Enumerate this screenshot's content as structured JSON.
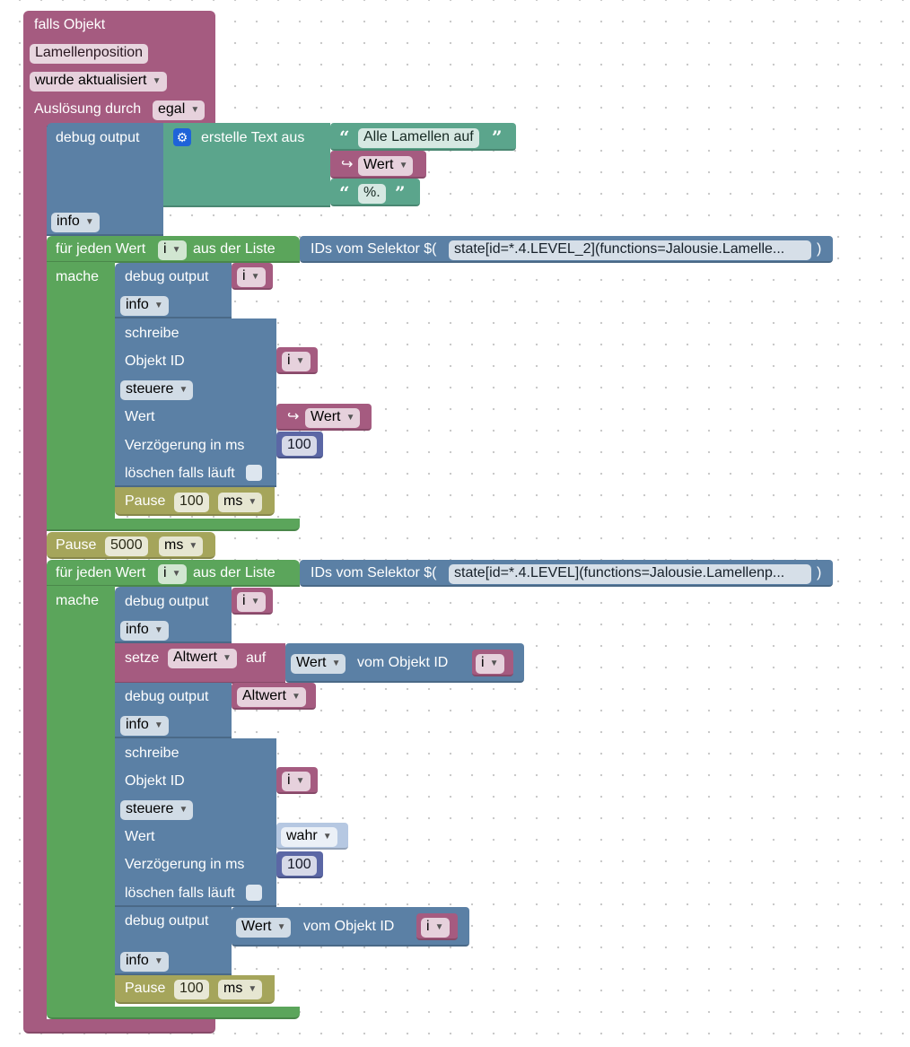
{
  "event": {
    "title": "falls Objekt",
    "object_name": "Lamellenposition",
    "trigger": "wurde aktualisiert",
    "trigger_by_label": "Auslösung durch",
    "trigger_by_value": "egal"
  },
  "debug1": {
    "label": "debug output",
    "create_text_label": "erstelle Text aus",
    "text1": "Alle Lamellen auf",
    "var_value": "Wert",
    "text2": "%.",
    "level": "info"
  },
  "loop1": {
    "for_each": "für jeden Wert",
    "var": "i",
    "from_list": "aus der Liste",
    "do": "mache",
    "selector_label": "IDs vom Selektor $(",
    "selector_value": "state[id=*.4.LEVEL_2](functions=Jalousie.Lamelle...",
    "selector_close": ")",
    "debug_label": "debug output",
    "debug_var": "i",
    "debug_level": "info",
    "write": "schreibe",
    "object_id": "Objekt ID",
    "object_var": "i",
    "control": "steuere",
    "value_label": "Wert",
    "value_var": "Wert",
    "delay_label": "Verzögerung in ms",
    "delay_value": "100",
    "clear_label": "löschen falls läuft",
    "pause_label": "Pause",
    "pause_value": "100",
    "pause_unit": "ms"
  },
  "pause_main": {
    "label": "Pause",
    "value": "5000",
    "unit": "ms"
  },
  "loop2": {
    "for_each": "für jeden Wert",
    "var": "i",
    "from_list": "aus der Liste",
    "do": "mache",
    "selector_label": "IDs vom Selektor $(",
    "selector_value": "state[id=*.4.LEVEL](functions=Jalousie.Lamellenp...",
    "selector_close": ")",
    "debug1_label": "debug output",
    "debug1_var": "i",
    "debug1_level": "info",
    "set_label": "setze",
    "set_var": "Altwert",
    "set_to": "auf",
    "get_value": "Wert",
    "from_object": "vom Objekt ID",
    "get_var": "i",
    "debug2_label": "debug output",
    "debug2_var": "Altwert",
    "debug2_level": "info",
    "write": "schreibe",
    "object_id": "Objekt ID",
    "object_var": "i",
    "control": "steuere",
    "value_label": "Wert",
    "value_bool": "wahr",
    "delay_label": "Verzögerung in ms",
    "delay_value": "100",
    "clear_label": "löschen falls läuft",
    "debug3_label": "debug output",
    "debug3_value": "Wert",
    "debug3_from": "vom Objekt ID",
    "debug3_var": "i",
    "debug3_level": "info",
    "pause_label": "Pause",
    "pause_value": "100",
    "pause_unit": "ms"
  },
  "colors": {
    "event": "#a55b80",
    "debug": "#5b80a5",
    "text": "#5ba58c",
    "loop": "#5ba55b",
    "pause": "#a5a55b",
    "variable": "#a55b80",
    "number": "#5b67a5",
    "settings_icon": "#1f63d9"
  }
}
